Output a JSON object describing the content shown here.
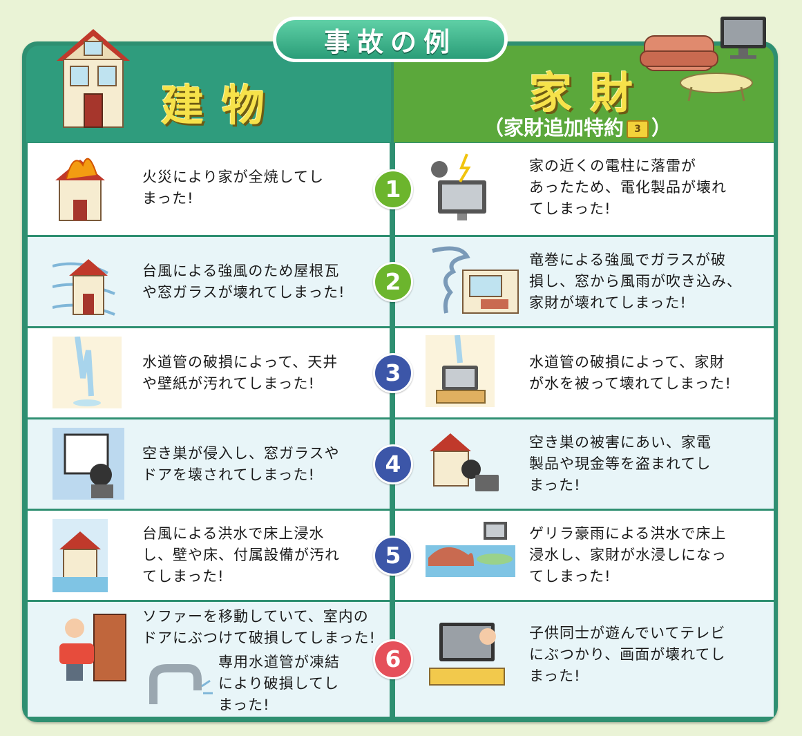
{
  "title": "事故の例",
  "columns": {
    "left": {
      "title": "建物"
    },
    "right": {
      "title": "家財",
      "subtitle_before": "（家財追加特約",
      "badge": "3",
      "subtitle_after": "）"
    }
  },
  "rows": [
    {
      "num": "1",
      "left": [
        "火災により家が全焼してし",
        "まった!"
      ],
      "right": [
        "家の近くの電柱に落雷が",
        "あったため、電化製品が壊れ",
        "てしまった!"
      ]
    },
    {
      "num": "2",
      "left": [
        "台風による強風のため屋根瓦",
        "や窓ガラスが壊れてしまった!"
      ],
      "right": [
        "竜巻による強風でガラスが破",
        "損し、窓から風雨が吹き込み、",
        "家財が壊れてしまった!"
      ]
    },
    {
      "num": "3",
      "left": [
        "水道管の破損によって、天井",
        "や壁紙が汚れてしまった!"
      ],
      "right": [
        "水道管の破損によって、家財",
        "が水を被って壊れてしまった!"
      ]
    },
    {
      "num": "4",
      "left": [
        "空き巣が侵入し、窓ガラスや",
        "ドアを壊されてしまった!"
      ],
      "right": [
        "空き巣の被害にあい、家電",
        "製品や現金等を盗まれてし",
        "まった!"
      ]
    },
    {
      "num": "5",
      "left": [
        "台風による洪水で床上浸水",
        "し、壁や床、付属設備が汚れ",
        "てしまった!"
      ],
      "right": [
        "ゲリラ豪雨による洪水で床上",
        "浸水し、家財が水浸しになっ",
        "てしまった!"
      ]
    },
    {
      "num": "6",
      "left": [
        "ソファーを移動していて、室内の",
        "ドアにぶつけて破損してしまった!"
      ],
      "left_extra": [
        "専用水道管が凍結",
        "により破損してし",
        "まった!"
      ],
      "right": [
        "子供同士が遊んでいてテレビ",
        "にぶつかり、画面が壊れてし",
        "まった!"
      ]
    }
  ],
  "colors": {
    "frame": "#2e8f71",
    "left_header": "#2f9c7d",
    "right_header": "#5ba83b",
    "num_green": "#6cb52d",
    "num_blue": "#3c56a8",
    "num_red": "#e5505a"
  }
}
